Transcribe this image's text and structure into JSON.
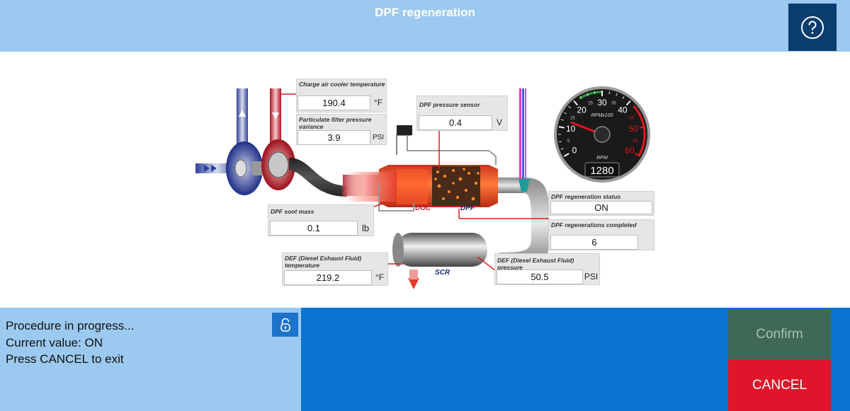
{
  "header": {
    "title": "DPF regeneration"
  },
  "readings": {
    "charge_air_cooler_temp": {
      "label": "Charge air cooler temperature",
      "value": "190.4",
      "unit": "°F"
    },
    "particulate_filter_pressure_variance": {
      "label": "Particulate filter pressure variance",
      "value": "3.9",
      "unit": "PSI"
    },
    "dpf_pressure_sensor": {
      "label": "DPF pressure sensor",
      "value": "0.4",
      "unit": "V"
    },
    "dpf_soot_mass": {
      "label": "DPF soot mass",
      "value": "0.1",
      "unit": "lb"
    },
    "def_temperature": {
      "label": "DEF (Diesel Exhaust Fluid) temperature",
      "value": "219.2",
      "unit": "°F"
    },
    "def_pressure": {
      "label": "DEF (Diesel Exhaust Fluid) pressure",
      "value": "50.5",
      "unit": "PSI"
    },
    "dpf_regeneration_status": {
      "label": "DPF regeneration status",
      "value": "ON"
    },
    "dpf_regenerations_completed": {
      "label": "DPF regenerations completed",
      "value": "6"
    }
  },
  "components": {
    "doc": "DOC",
    "dpf": "DPF",
    "scr": "SCR"
  },
  "gauge": {
    "label": "RPM",
    "unit_label": "RPMx100",
    "value": "1280",
    "major_ticks": [
      "0",
      "10",
      "20",
      "30",
      "40",
      "50",
      "60"
    ],
    "minor_ticks": [
      "5",
      "15",
      "25",
      "35",
      "45",
      "55"
    ],
    "needle_rpm_x100": 12.8,
    "green_color": "#2e9e3a",
    "red_color": "#e0161f"
  },
  "status": {
    "line1": "Procedure in progress...",
    "line2": "Current value: ON",
    "line3": "Press CANCEL to exit"
  },
  "buttons": {
    "confirm": "Confirm",
    "cancel": "CANCEL"
  },
  "icons": {
    "help": "help-icon",
    "lock": "lock-icon"
  },
  "colors": {
    "header": "#9cc9ef",
    "dark_blue": "#0b3d6e",
    "panel_blue": "#0a74d1",
    "confirm": "#3f6856",
    "cancel": "#e0152b"
  }
}
